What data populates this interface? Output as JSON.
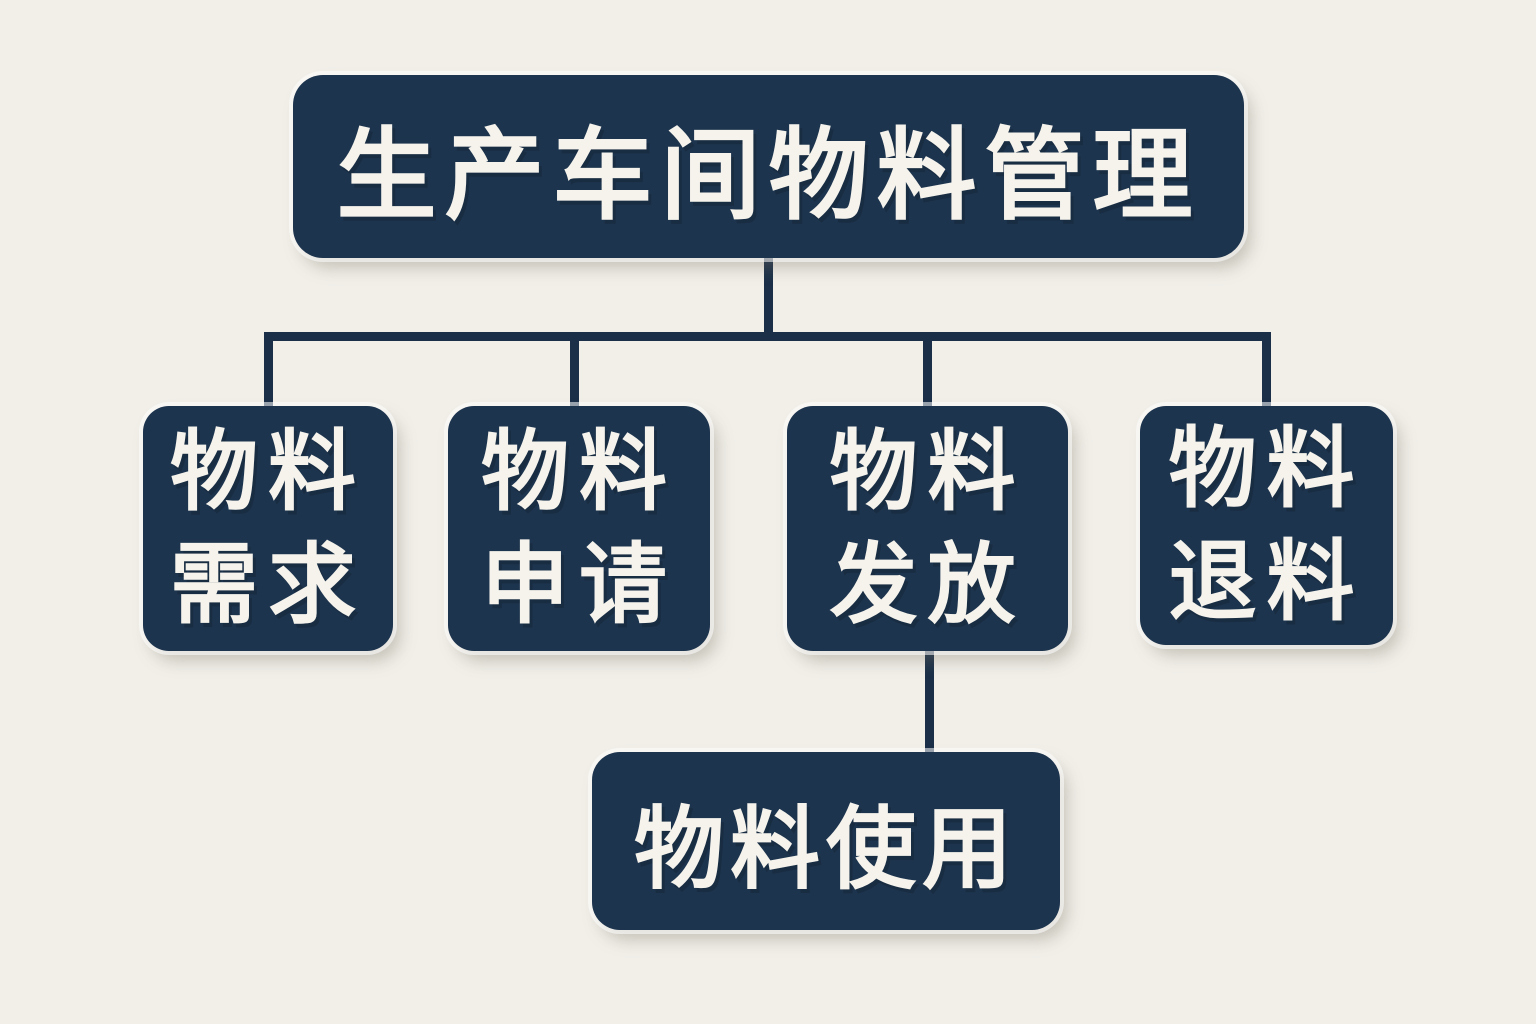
{
  "colors": {
    "background": "#f1efe8",
    "node": "#1d344e",
    "line": "#1b3048",
    "text": "#f5f3ec"
  },
  "diagram": {
    "type": "org-chart / flowchart, top-down hierarchy",
    "root": {
      "label": "生产车间物料管理"
    },
    "children": [
      {
        "lines": [
          "物料",
          "需求"
        ],
        "label": "物料需求"
      },
      {
        "lines": [
          "物料",
          "申请"
        ],
        "label": "物料申请"
      },
      {
        "lines": [
          "物料",
          "发放"
        ],
        "label": "物料发放"
      },
      {
        "lines": [
          "物料",
          "退料"
        ],
        "label": "物料退料"
      }
    ],
    "grandchild": {
      "label": "物料使用",
      "parent": "物料发放"
    }
  }
}
